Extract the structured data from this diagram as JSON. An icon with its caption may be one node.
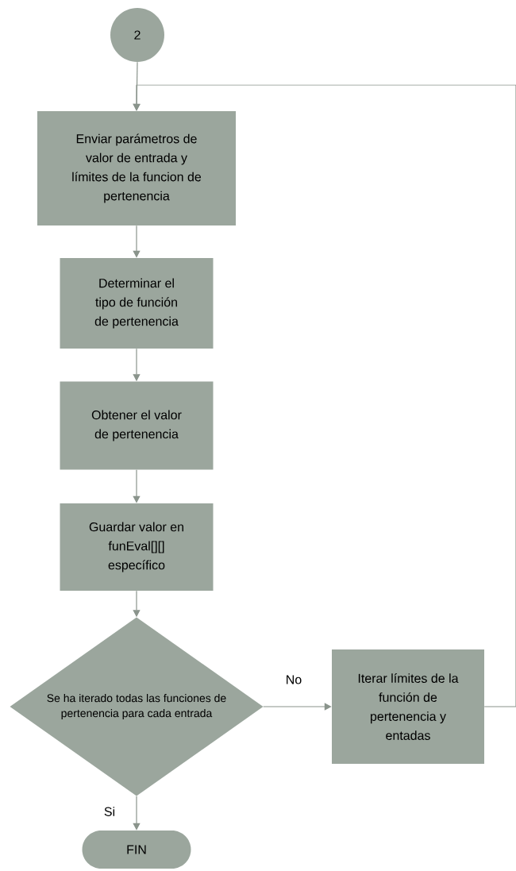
{
  "diagram": {
    "nodes": [
      {
        "text": [
          "2"
        ]
      },
      {
        "text": [
          "Enviar parámetros de valor de entrada y límites de la funcion de pertenencia"
        ]
      },
      {
        "text": [
          "Determinar el tipo de función de pertenencia"
        ]
      },
      {
        "text": [
          "Obtener el valor de pertenencia"
        ]
      },
      {
        "text": [
          "Guardar valor en funEval[][] específico"
        ]
      },
      {
        "text": [
          "Se ha iterado todas las funciones de pertenencia para cada entrada"
        ]
      },
      {
        "text": [
          "Iterar límites de la función de pertenencia y entadas"
        ]
      },
      {
        "text": [
          "FIN"
        ]
      }
    ],
    "edges": [
      {
        "from": 0,
        "to": 1,
        "arrow": "to"
      },
      {
        "from": 1,
        "to": 2,
        "arrow": "to"
      },
      {
        "from": 2,
        "to": 3,
        "arrow": "to"
      },
      {
        "from": 3,
        "to": 4,
        "arrow": "to"
      },
      {
        "from": 4,
        "to": 5,
        "arrow": "to"
      },
      {
        "from": 5,
        "to": 6,
        "arrow": "to",
        "label": "No"
      },
      {
        "from": 5,
        "to": 7,
        "arrow": "to",
        "label": "Si"
      },
      {
        "from": 6,
        "to": 1,
        "arrow": "to"
      }
    ]
  }
}
